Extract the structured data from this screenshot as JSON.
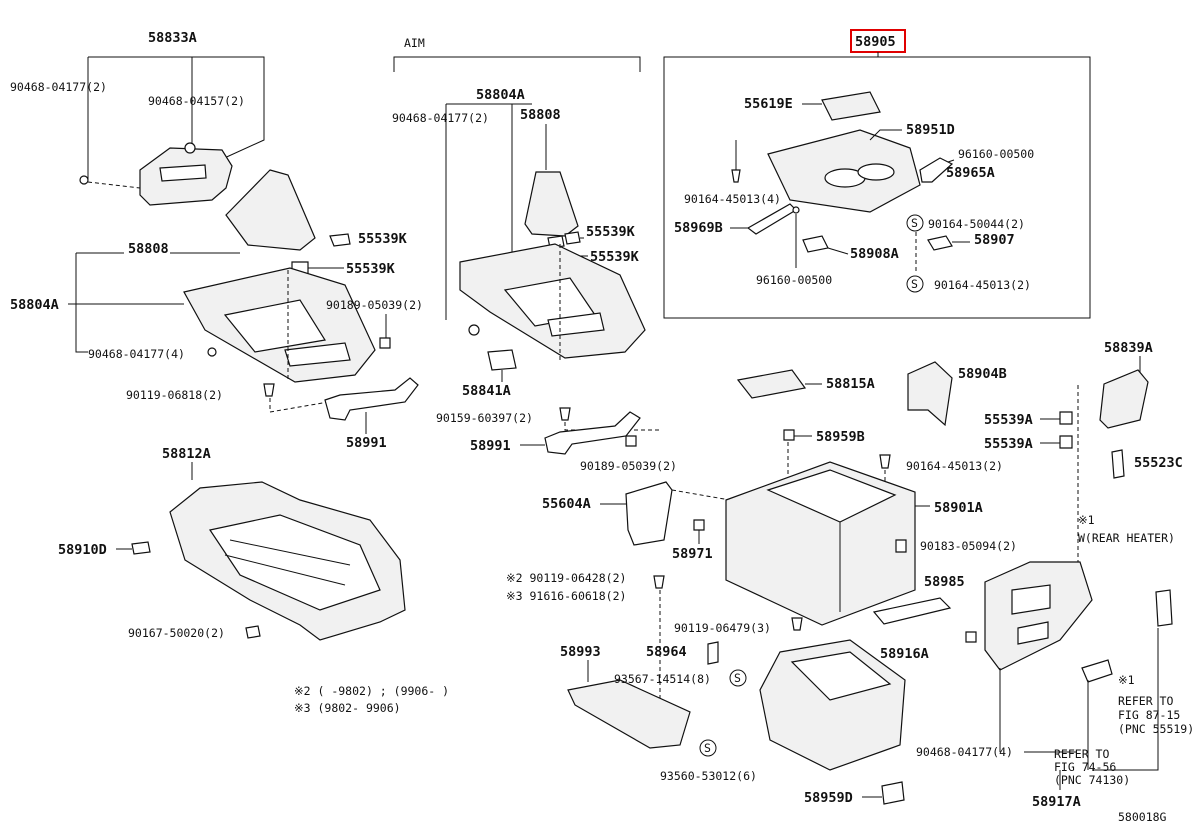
{
  "highlight_part": "58905",
  "labels": {
    "p58833A": "58833A",
    "p90468_04177_a": "90468-04177(2)",
    "p90468_04157": "90468-04157(2)",
    "p58808_left": "58808",
    "p55539K_l1": "55539K",
    "p55539K_l2": "55539K",
    "p58804A_left": "58804A",
    "p90189_05039_l": "90189-05039(2)",
    "p90468_04177_b": "90468-04177(4)",
    "p90119_06818": "90119-06818(2)",
    "p58991_l": "58991",
    "aim": "AIM",
    "p58804A_mid": "58804A",
    "p90468_04177_c": "90468-04177(2)",
    "p58808_mid": "58808",
    "p55539K_m1": "55539K",
    "p55539K_m2": "55539K",
    "p58841A": "58841A",
    "p90159_60397": "90159-60397(2)",
    "p58991_m": "58991",
    "p90189_05039_m": "90189-05039(2)",
    "p58905": "58905",
    "p55619E": "55619E",
    "p58951D": "58951D",
    "p96160_00500_a": "96160-00500",
    "p90164_45013_4": "90164-45013(4)",
    "p58965A": "58965A",
    "p58969B": "58969B",
    "p90164_50044": "90164-50044(2)",
    "p58907": "58907",
    "p58908A": "58908A",
    "p96160_00500_b": "96160-00500",
    "p90164_45013_b": "90164-45013(2)",
    "p58812A": "58812A",
    "p58910D": "58910D",
    "p90167_50020": "90167-50020(2)",
    "note2": "※2 (   -9802) ; (9906-     )",
    "note3": "※3 (9802- 9906)",
    "p58815A": "58815A",
    "p58904B": "58904B",
    "p58839A": "58839A",
    "p58959B": "58959B",
    "p90164_45013_c": "90164-45013(2)",
    "p55539A_1": "55539A",
    "p55539A_2": "55539A",
    "p55523C": "55523C",
    "p55604A": "55604A",
    "p58901A": "58901A",
    "p58971": "58971",
    "p90183_05094": "90183-05094(2)",
    "mark1_top": "※1",
    "rear_heater": "W(REAR HEATER)",
    "p90119_06428": "※2 90119-06428(2)",
    "p91616_60618": "※3 91616-60618(2)",
    "p58985": "58985",
    "p90119_06479": "90119-06479(3)",
    "p58993": "58993",
    "p58964": "58964",
    "p58916A": "58916A",
    "p93567_14514": "93567-14514(8)",
    "p93560_53012": "93560-53012(6)",
    "p58959D": "58959D",
    "p90468_04177_d": "90468-04177(4)",
    "p58917A": "58917A",
    "mark1_bot": "※1",
    "ref1_a": "REFER TO",
    "ref1_b": "FIG 87-15",
    "ref1_c": "(PNC 55519)",
    "ref2_a": "REFER TO",
    "ref2_b": "FIG 74-56",
    "ref2_c": "(PNC 74130)",
    "fig_code": "580018G"
  }
}
